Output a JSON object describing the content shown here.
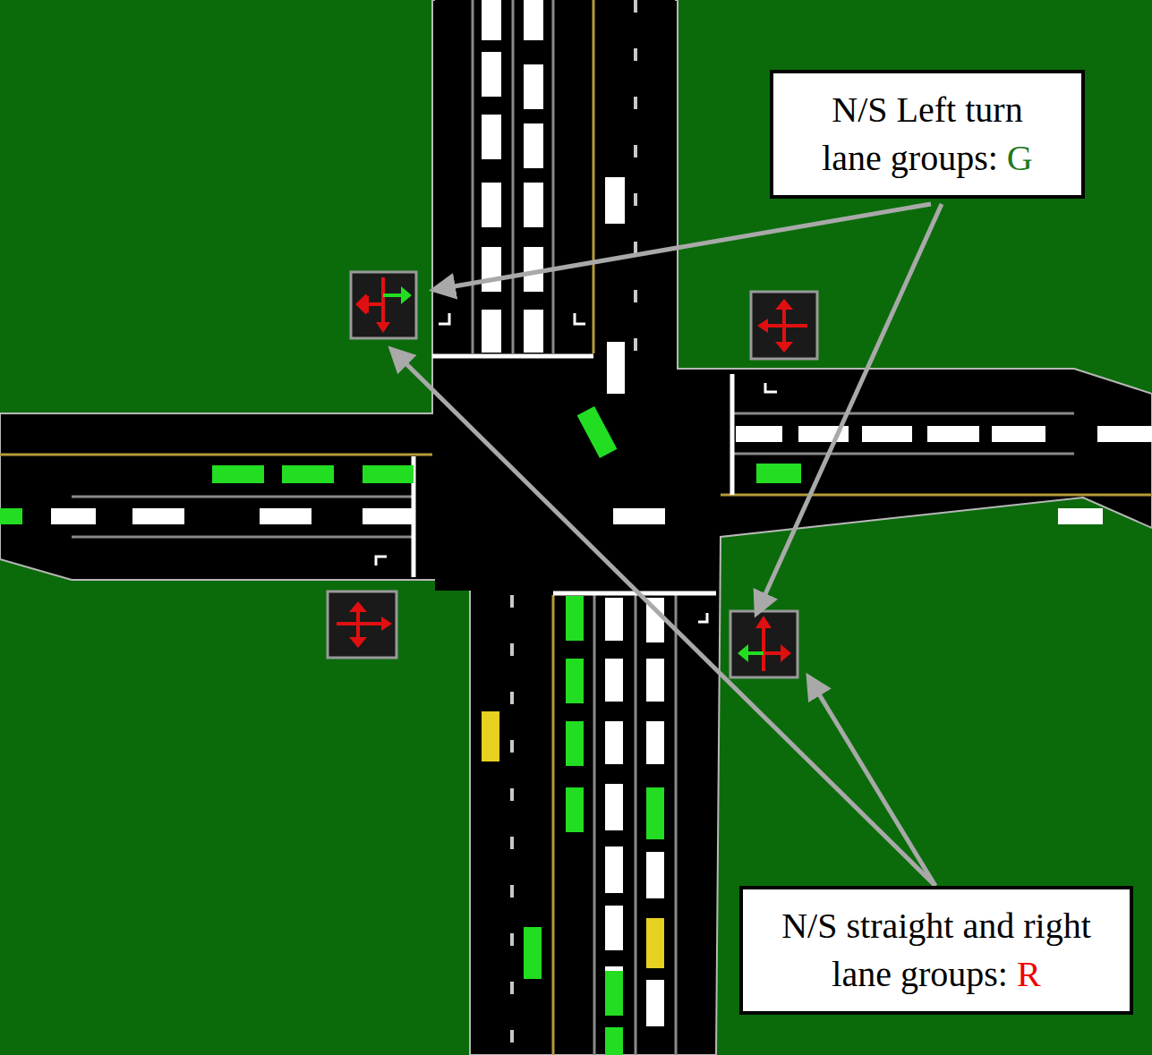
{
  "diagram": {
    "nodes": [
      {
        "text": [
          "N/S Left turn lane groups:",
          "G"
        ]
      },
      {
        "text": [
          "N/S straight and right lane groups:",
          "R"
        ]
      }
    ]
  }
}
